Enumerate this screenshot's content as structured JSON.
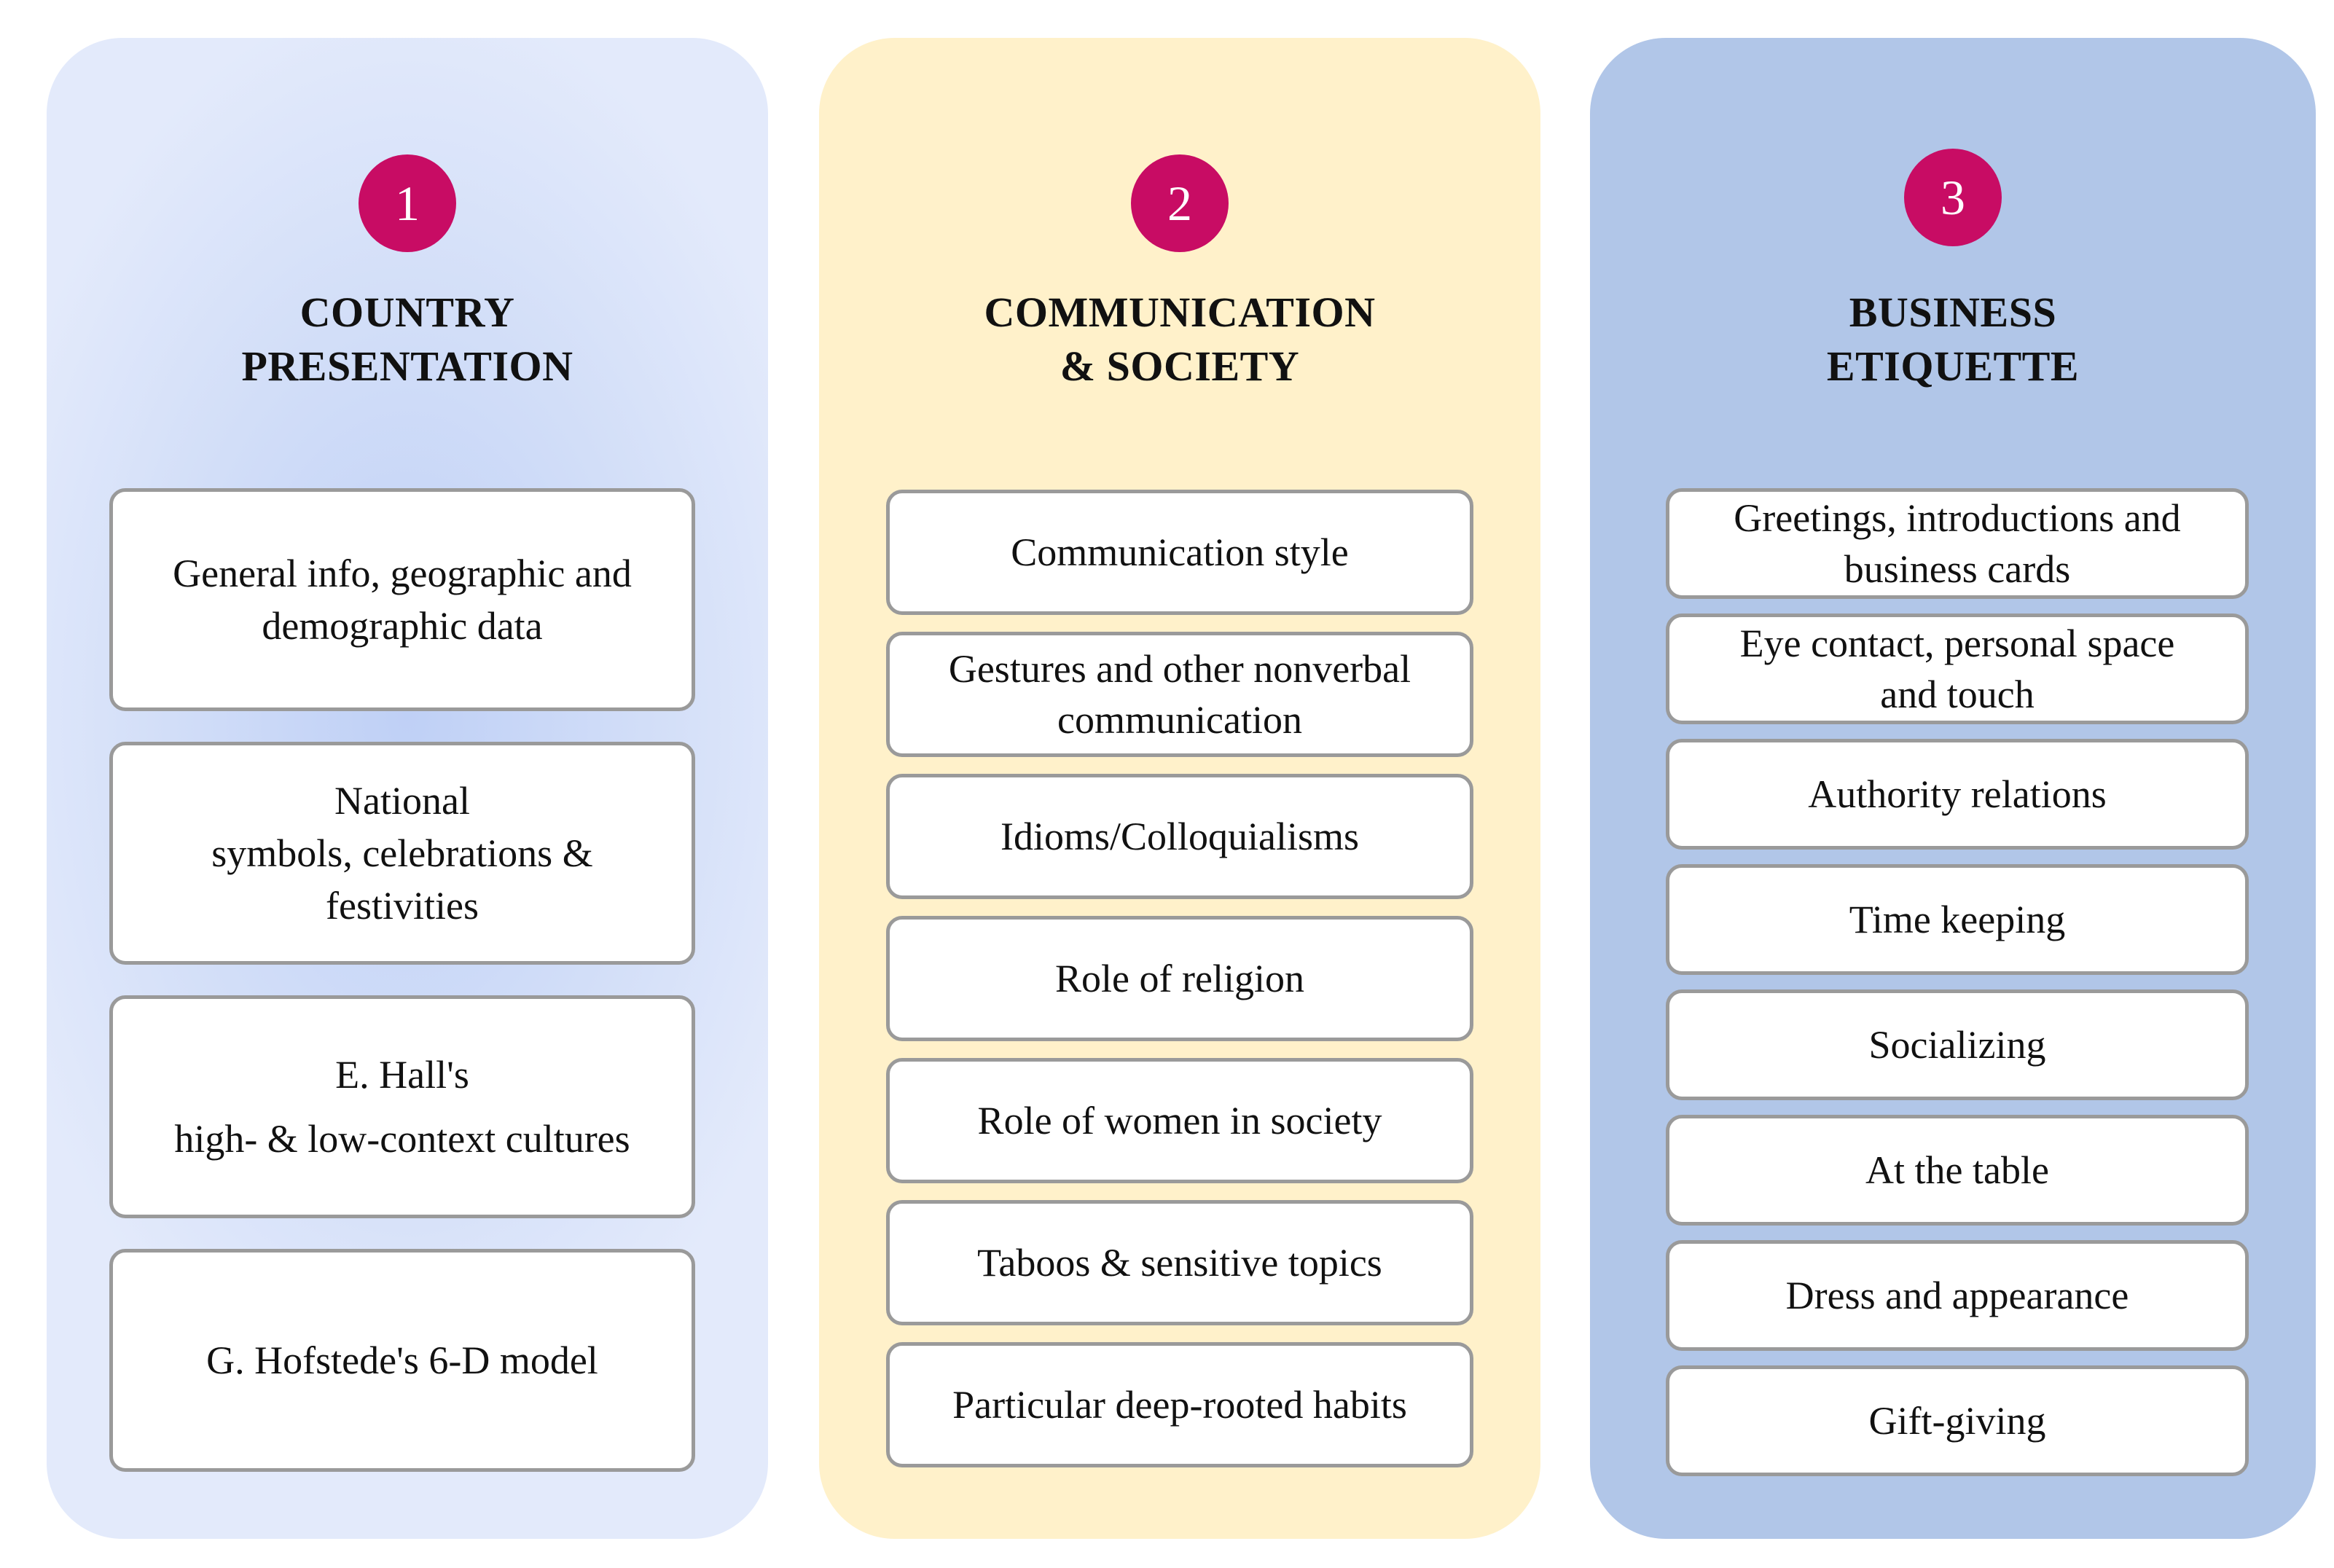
{
  "columns": [
    {
      "number": "1",
      "heading": [
        "COUNTRY",
        "PRESENTATION"
      ],
      "items": [
        [
          "General info, geographic and",
          "demographic data"
        ],
        [
          "National",
          "symbols, celebrations &",
          "festivities"
        ],
        [
          "E. Hall's",
          "high- & low-context cultures"
        ],
        [
          "G. Hofstede's 6-D model"
        ]
      ]
    },
    {
      "number": "2",
      "heading": [
        "COMMUNICATION",
        "& SOCIETY"
      ],
      "items": [
        [
          "Communication style"
        ],
        [
          "Gestures and other nonverbal",
          "communication"
        ],
        [
          "Idioms/Colloquialisms"
        ],
        [
          "Role of religion"
        ],
        [
          "Role of women in society"
        ],
        [
          "Taboos & sensitive topics"
        ],
        [
          "Particular deep-rooted habits"
        ]
      ]
    },
    {
      "number": "3",
      "heading": [
        "BUSINESS",
        "ETIQUETTE"
      ],
      "items": [
        [
          "Greetings, introductions and",
          "business cards"
        ],
        [
          "Eye contact, personal space",
          "and touch"
        ],
        [
          "Authority relations"
        ],
        [
          "Time keeping"
        ],
        [
          "Socializing"
        ],
        [
          "At the table"
        ],
        [
          "Dress and appearance"
        ],
        [
          "Gift-giving"
        ]
      ]
    }
  ]
}
